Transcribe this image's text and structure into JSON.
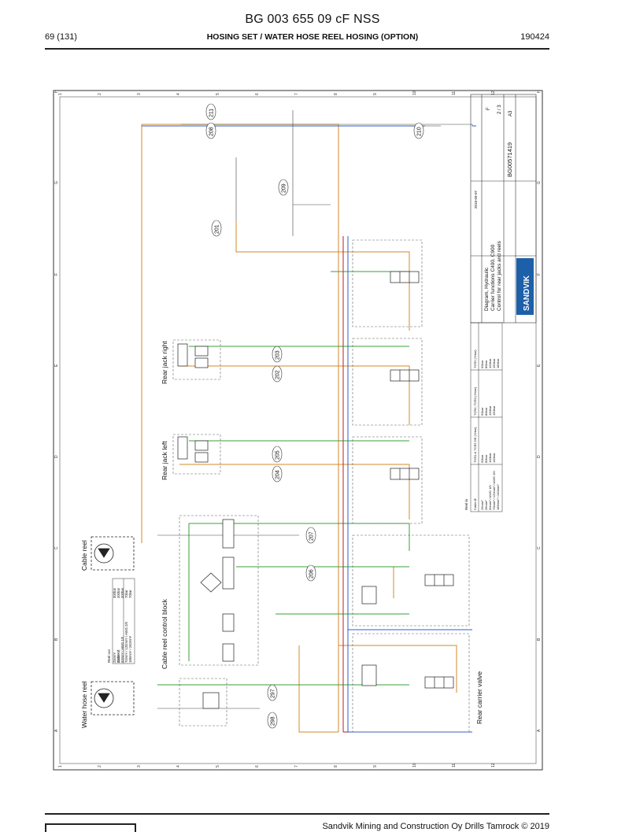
{
  "header": {
    "doc_title": "BG 003 655 09 cF NSS",
    "page": "69 (131)",
    "section": "HOSING SET / WATER HOSE REEL HOSING (OPTION)",
    "date": "190424"
  },
  "footer": {
    "copyright": "Sandvik Mining and Construction Oy Drills Tamrock © 2019"
  },
  "drawing": {
    "title_block": {
      "company": "SANDVIK",
      "line1": "Diagram, Hydraulic",
      "line2": "Carrier functions C400, C900",
      "line3": "Control for rear jacks and reels",
      "drawing_no": "BG00571419",
      "format": "A3",
      "revision": "F",
      "sheet": "2 / 3",
      "date": "2018-09-07"
    },
    "labels": {
      "rear_jack_right": "Rear jack right",
      "rear_jack_left": "Rear jack left",
      "cable_reel": "Cable reel",
      "water_hose_reel": "Water hose reel",
      "cable_reel_control_block": "Cable reel control block",
      "rear_carrier_valve": "Rear carrier valve",
      "reel_in": "Reel in",
      "reel_out": "Reel out",
      "cable_diameter": "Cable Ø"
    },
    "reel_out_table": [
      [
        "25mm²",
        "300bar"
      ],
      [
        "35mm²",
        "400bar"
      ],
      [
        "50mm² / AWG 1/0",
        "400bar"
      ],
      [
        "70mm² / 120mm² / AWG 2/0",
        "70bar"
      ],
      [
        "185mm² / 240mm²",
        "70bar"
      ]
    ],
    "reel_in_table": {
      "headers": [
        "Cable Ø",
        "TCR1 & TCR2 DE (Yrtse)",
        "TCR2, TCR3 (Yrtse)",
        "TCR2 (Yrtse)"
      ],
      "rows": [
        [
          "25mm²",
          "50bar",
          "50bar",
          "50bar"
        ],
        [
          "35mm²",
          "80bar",
          "80bar",
          "80bar"
        ],
        [
          "50mm² / AWG 1/0",
          "100bar",
          "100bar",
          "100bar"
        ],
        [
          "70mm² / 120mm² / AWG 2/0",
          "140bar",
          "150bar",
          "150bar"
        ],
        [
          "185mm² / 240mm²",
          "",
          "",
          "180bar"
        ]
      ]
    },
    "balloons": [
      "211",
      "208",
      "201",
      "209",
      "210",
      "203",
      "202",
      "205",
      "204",
      "207",
      "206",
      "297",
      "298"
    ],
    "column_letters": [
      "A",
      "B",
      "C",
      "D",
      "E",
      "F",
      "G",
      "H"
    ],
    "row_numbers": [
      "1",
      "2",
      "3",
      "4",
      "5",
      "6",
      "7",
      "8",
      "9",
      "10",
      "11",
      "12"
    ]
  }
}
